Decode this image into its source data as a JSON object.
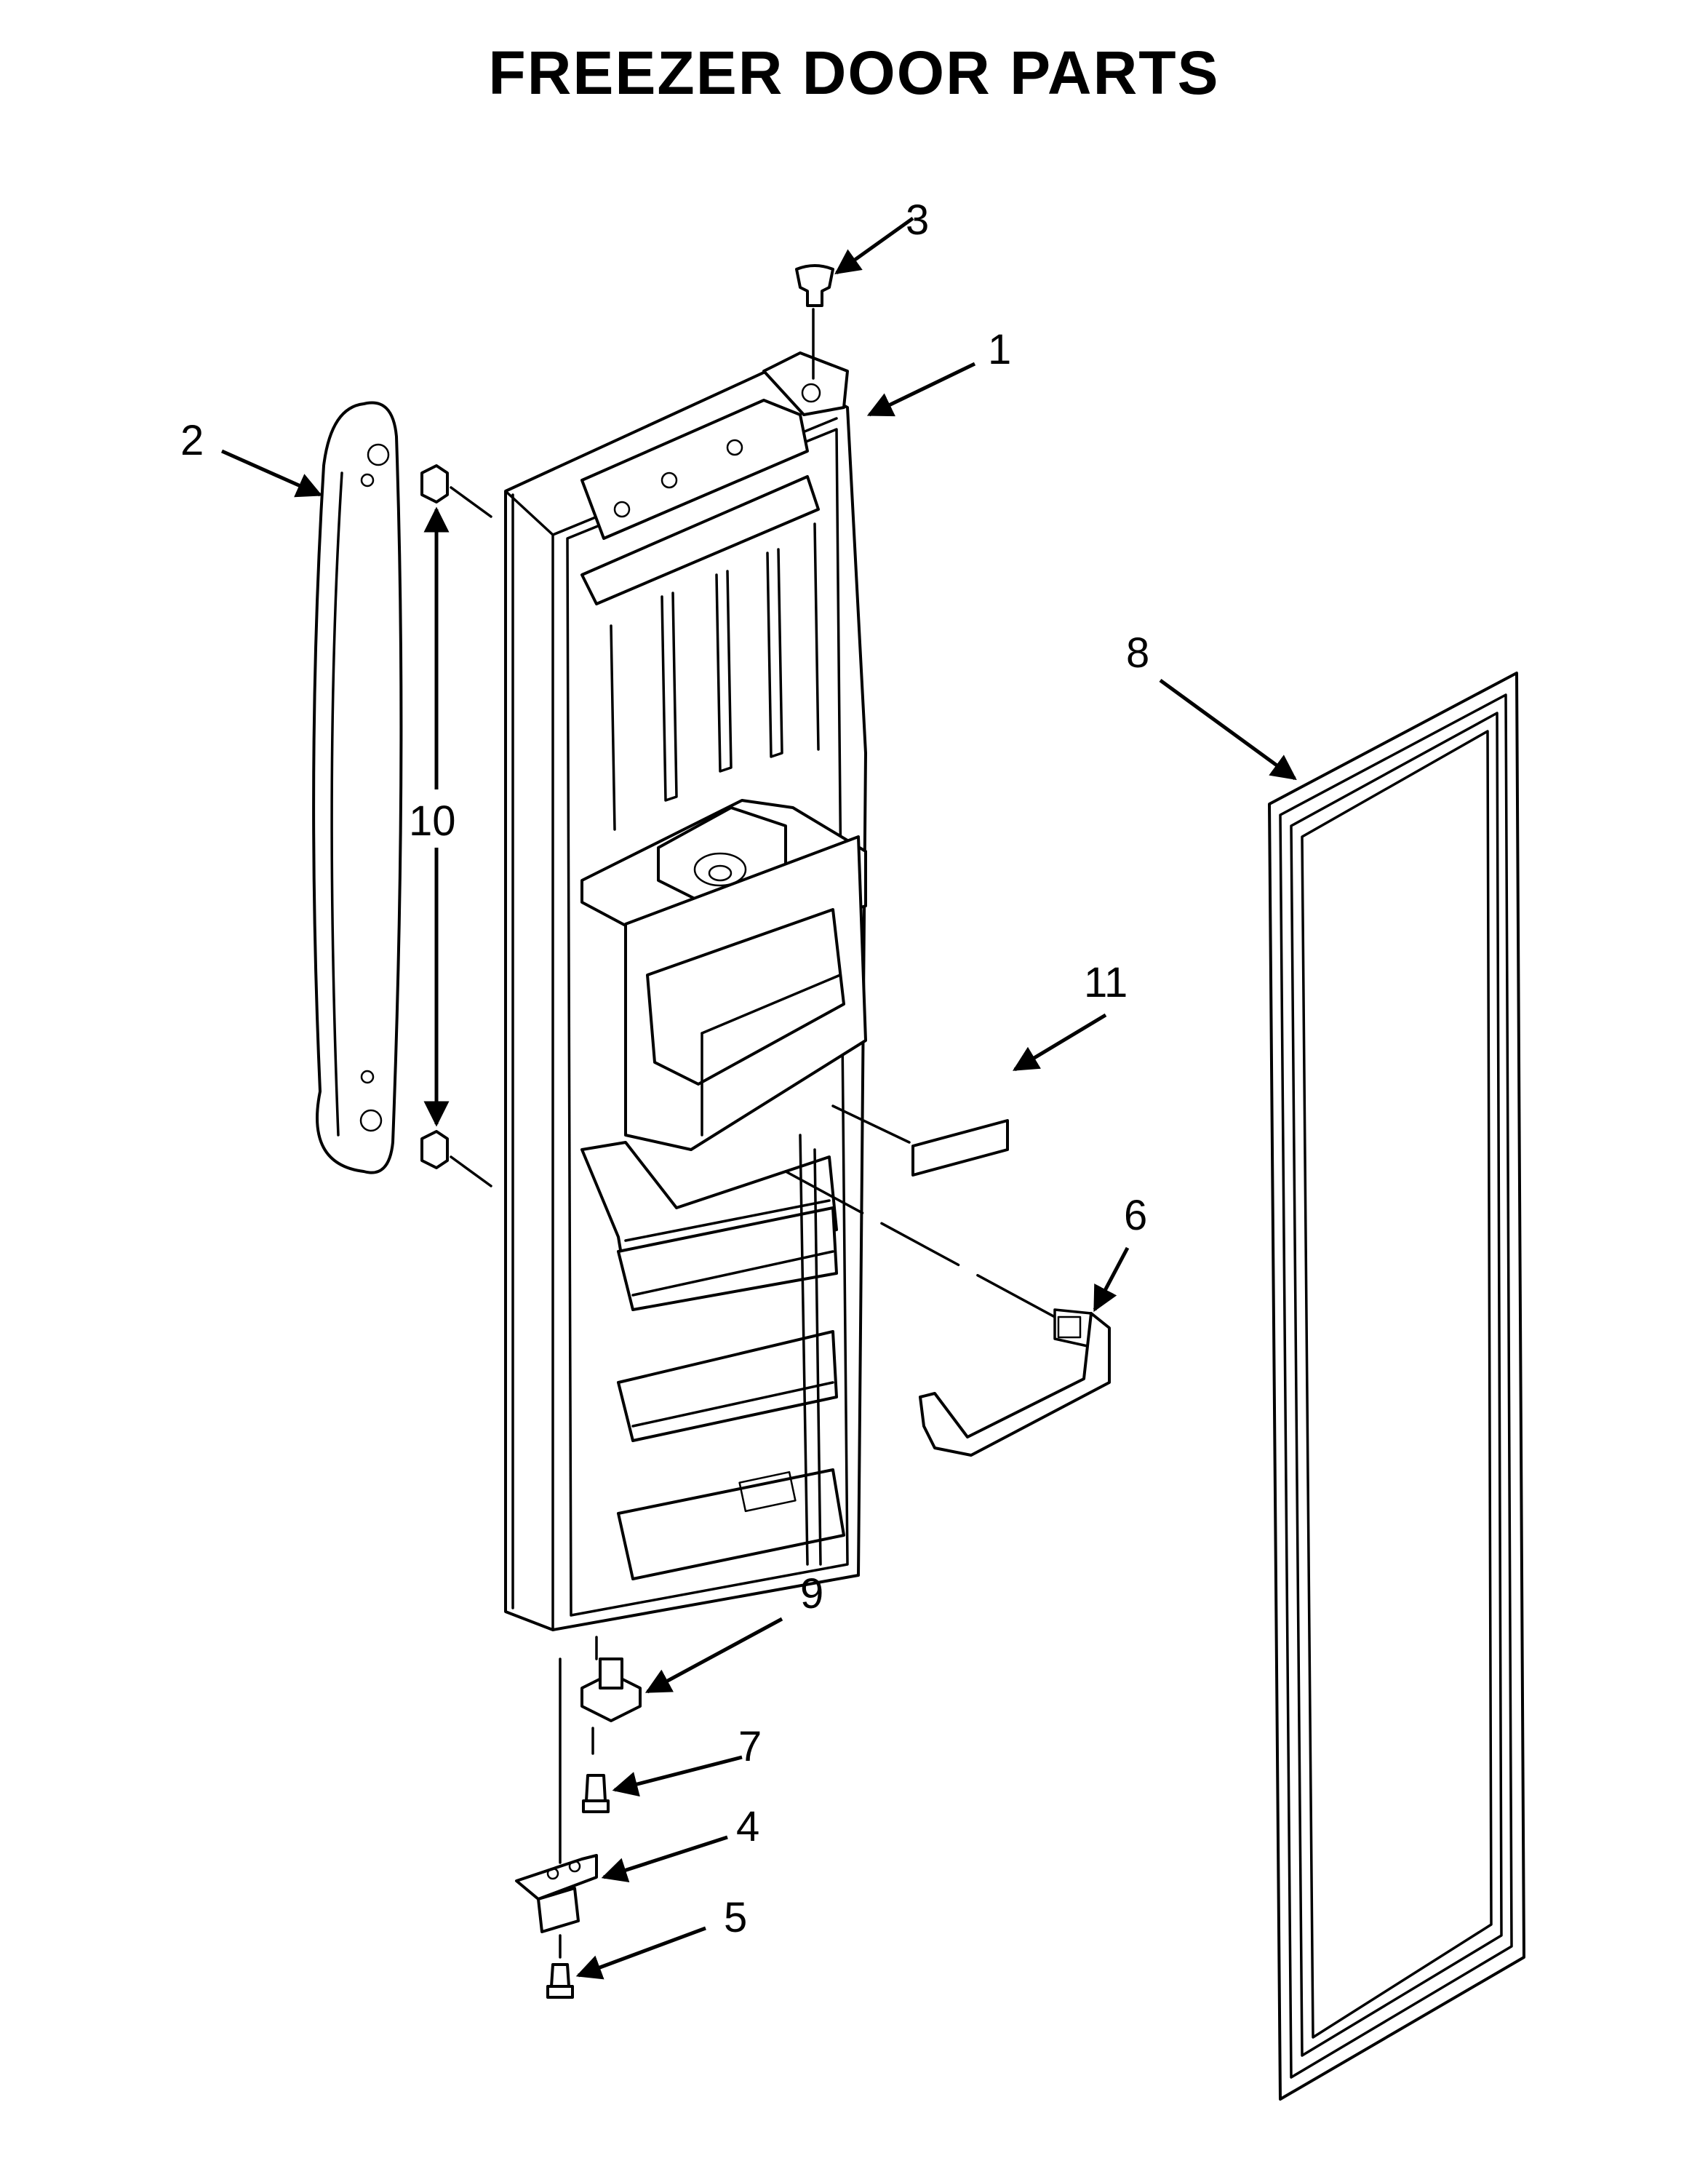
{
  "title": "FREEZER DOOR PARTS",
  "callouts": [
    {
      "id": "door",
      "label": "1"
    },
    {
      "id": "handle",
      "label": "2"
    },
    {
      "id": "cap",
      "label": "3"
    },
    {
      "id": "hinge",
      "label": "4"
    },
    {
      "id": "screw-lower",
      "label": "5"
    },
    {
      "id": "bin",
      "label": "6"
    },
    {
      "id": "screw-upper",
      "label": "7"
    },
    {
      "id": "gasket",
      "label": "8"
    },
    {
      "id": "hinge-pin",
      "label": "9"
    },
    {
      "id": "handle-studs",
      "label": "10"
    },
    {
      "id": "trim",
      "label": "11"
    }
  ]
}
